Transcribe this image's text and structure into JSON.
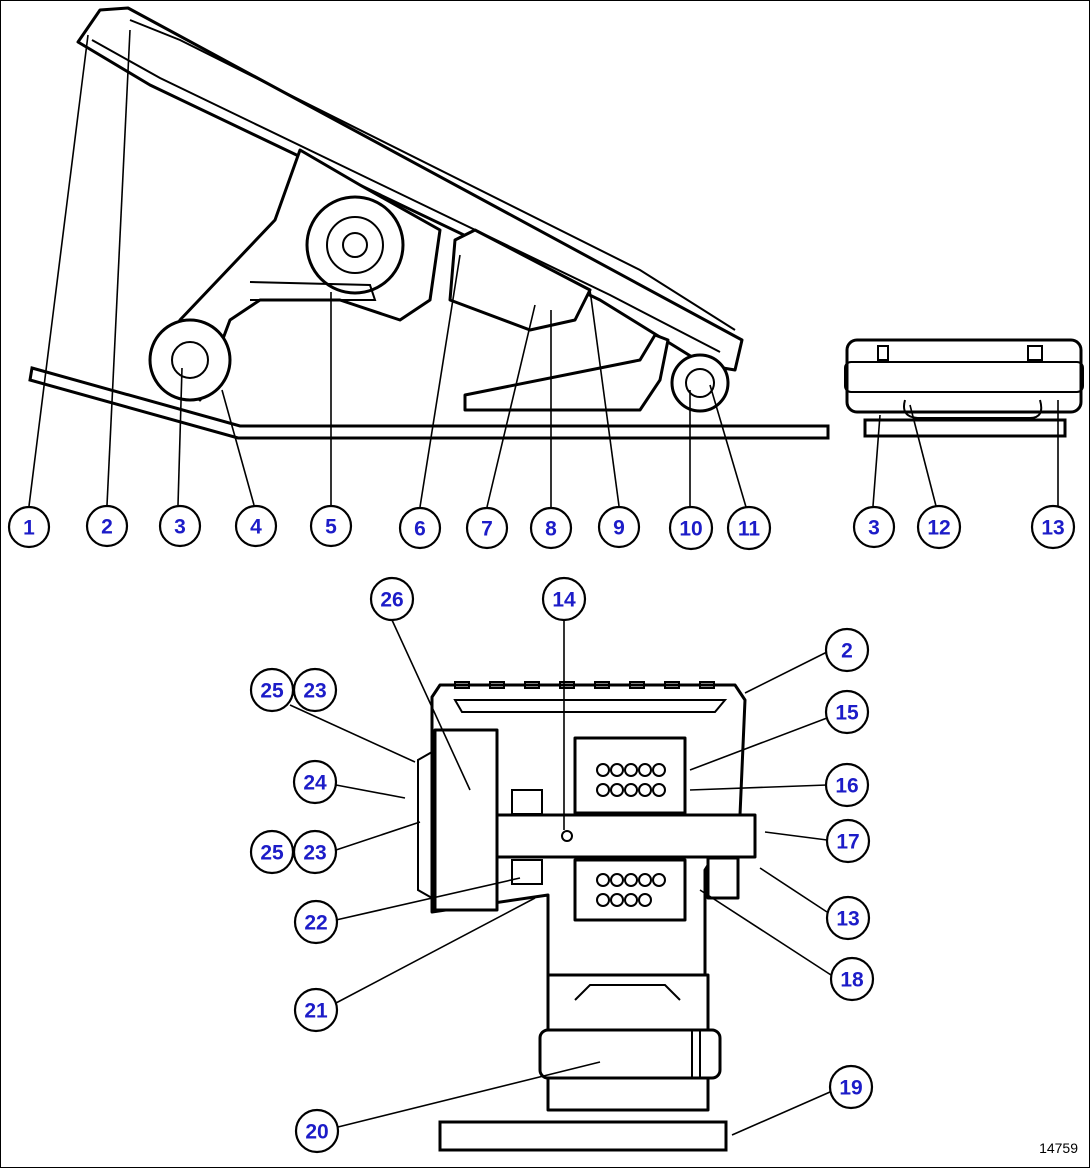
{
  "figure_number": "14759",
  "callouts": {
    "c1": "1",
    "c2": "2",
    "c3": "3",
    "c4": "4",
    "c5": "5",
    "c6": "6",
    "c7": "7",
    "c8": "8",
    "c9": "9",
    "c10": "10",
    "c11": "11",
    "c3b": "3",
    "c12": "12",
    "c13": "13",
    "c26": "26",
    "c14": "14",
    "c2b": "2",
    "c25a": "25",
    "c23a": "23",
    "c15": "15",
    "c24": "24",
    "c16": "16",
    "c25b": "25",
    "c23b": "23",
    "c17": "17",
    "c13b": "13",
    "c22": "22",
    "c18": "18",
    "c21": "21",
    "c19": "19",
    "c20": "20"
  }
}
